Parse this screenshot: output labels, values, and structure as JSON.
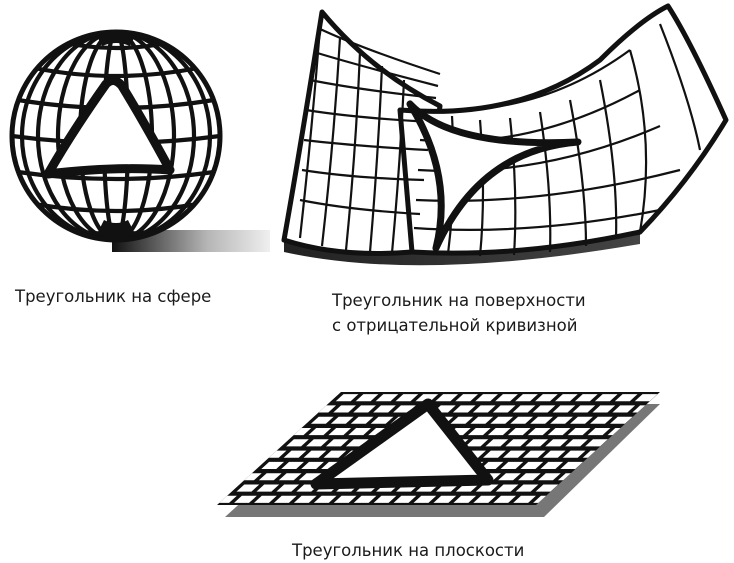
{
  "figures": [
    {
      "id": "sphere",
      "caption": "Треугольник на сфере",
      "shape": "sphere-with-grid",
      "icon": "sphere-triangle-illustration"
    },
    {
      "id": "saddle",
      "caption_line1": "Треугольник на поверхности",
      "caption_line2": "с отрицательной кривизной",
      "shape": "saddle-surface-with-grid",
      "icon": "saddle-triangle-illustration"
    },
    {
      "id": "plane",
      "caption": "Треугольник на плоскости",
      "shape": "flat-grid",
      "icon": "plane-triangle-illustration"
    }
  ],
  "colors": {
    "ink": "#111111",
    "paper": "#ffffff",
    "shadow_dark": "#3a3a3a",
    "shadow_light": "#e6e6e6",
    "caption": "#1a1a1a"
  }
}
